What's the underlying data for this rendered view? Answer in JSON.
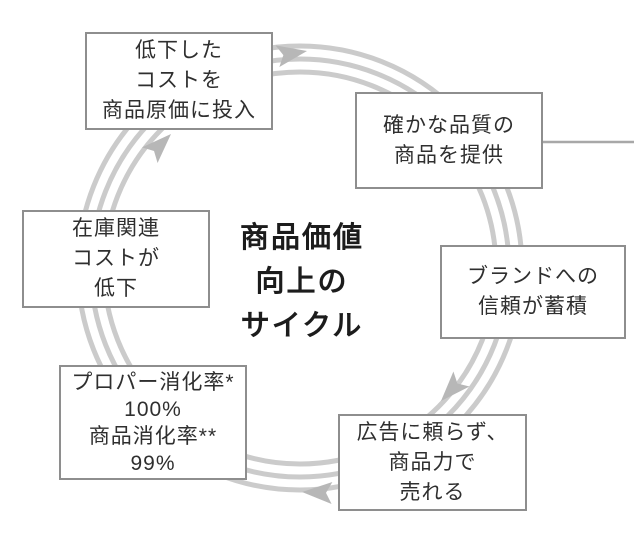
{
  "diagram": {
    "title": "商品価値向上のサイクル",
    "center": {
      "lines": [
        "商品価値",
        "向上の",
        "サイクル"
      ]
    },
    "nodes": [
      {
        "id": "invest-cost",
        "lines": [
          "低下した",
          "コストを",
          "商品原価に投入"
        ]
      },
      {
        "id": "quality",
        "lines": [
          "確かな品質の",
          "商品を提供"
        ]
      },
      {
        "id": "brand-trust",
        "lines": [
          "ブランドへの",
          "信頼が蓄積"
        ]
      },
      {
        "id": "sells-without-ads",
        "lines": [
          "広告に頼らず、",
          "商品力で",
          "売れる"
        ]
      },
      {
        "id": "sell-through",
        "lines": [
          "プロパー消化率*",
          "100%",
          "商品消化率**",
          "99%"
        ]
      },
      {
        "id": "inventory-cost",
        "lines": [
          "在庫関連",
          "コストが",
          "低下"
        ]
      }
    ],
    "flow": "clockwise",
    "arrows": [
      {
        "from": "invest-cost",
        "to": "quality",
        "position": "top",
        "arrowhead": true
      },
      {
        "from": "quality",
        "to": "brand-trust",
        "position": "right-upper",
        "arrowhead": false
      },
      {
        "from": "brand-trust",
        "to": "sells-without-ads",
        "position": "right-lower",
        "arrowhead": true
      },
      {
        "from": "sells-without-ads",
        "to": "sell-through",
        "position": "bottom",
        "arrowhead": true
      },
      {
        "from": "sell-through",
        "to": "inventory-cost",
        "position": "left-lower",
        "arrowhead": false
      },
      {
        "from": "inventory-cost",
        "to": "invest-cost",
        "position": "left-upper",
        "arrowhead": true
      }
    ],
    "colors": {
      "ring": "#cbcbcb",
      "arrowhead": "#b7b7b7",
      "box_border": "#8e8e8e",
      "text": "#2f2f2f",
      "connector_line": "#a8a8a8"
    }
  }
}
